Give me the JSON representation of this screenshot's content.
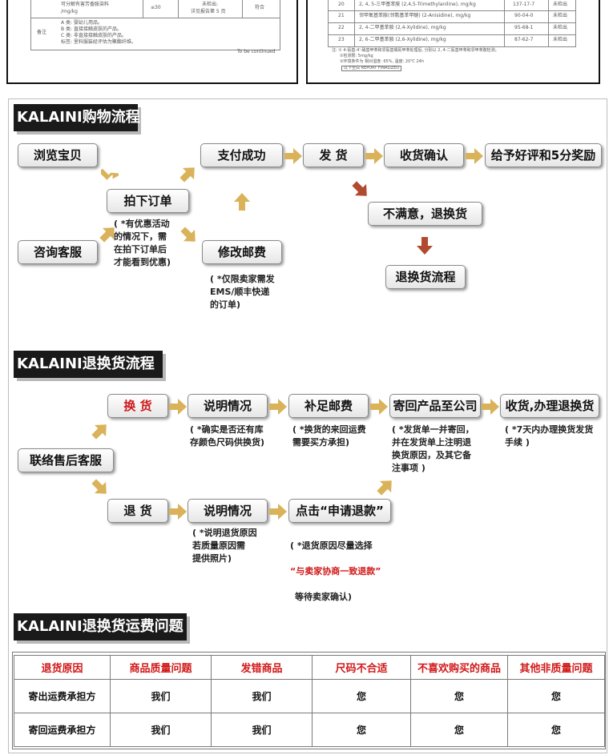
{
  "report": {
    "left": {
      "row_text_1": "可分解有害芳香胺染料",
      "row_text_2": "/mg/kg",
      "row_limit": "≤30",
      "row_result_1": "未检出:",
      "row_result_2": "详见报告第 5 页",
      "row_verdict": "符合",
      "remark_label": "备注",
      "remark_a": "A 类: 婴幼儿用品。",
      "remark_b": "B 类: 直接接触皮肤的产品。",
      "remark_c": "C 类: 非直接接触皮肤的产品。",
      "remark_d": "标签: 里料服装经评估为聚酯纤维。",
      "continued": "To be continued"
    },
    "right": {
      "rows": [
        {
          "no": "20",
          "name": "2, 4, 5-三甲基苯胺 (2,4,5-Trimethylaniline), mg/kg",
          "cas": "137-17-7",
          "result": "未检出"
        },
        {
          "no": "21",
          "name": "邻甲氧基苯胺(邻氨基苯甲醚) (2-Anisidine), mg/kg",
          "cas": "90-04-0",
          "result": "未检出"
        },
        {
          "no": "22",
          "name": "2, 4-二甲基苯胺 (2,4-Xylidine), mg/kg",
          "cas": "95-68-1",
          "result": "未检出"
        },
        {
          "no": "23",
          "name": "2, 6-二甲基苯胺 (2,6-Xylidine), mg/kg",
          "cas": "87-62-7",
          "result": "未检出"
        }
      ],
      "note_1": "注: ① 4-氨基-4'-硝基甲苯和邻氨基偶氮甲苯处理后, 分别以 2, 4-二氨基甲苯和邻甲苯胺检测。",
      "note_2": "②检测限: 5mg/kg",
      "note_3": "③环境条件为 相对湿度: 65%, 温度: 20℃ 24h",
      "footer": "以下空白    REPORT FINALIZED"
    }
  },
  "section1": {
    "title": "KALAINI购物流程",
    "browse": "浏览宝贝",
    "order": "拍下订单",
    "consult": "咨询客服",
    "paid": "支付成功",
    "ship": "发 货",
    "confirm": "收货确认",
    "review": "给予好评和5分奖励",
    "unhappy": "不满意，退换货",
    "flow": "退换货流程",
    "postage": "修改邮费",
    "order_note": "( *有优惠活动\n的情况下，需\n在拍下订单后\n才能看到优惠)",
    "postage_note": "( *仅限卖家需发\nEMS/顺丰快递\n的订单)"
  },
  "section2": {
    "title": "KALAINI退换货流程",
    "contact": "联络售后客服",
    "exchange": "换 货",
    "explain1": "说明情况",
    "postage": "补足邮费",
    "send_back": "寄回产品至公司",
    "receive": "收货,办理退换货",
    "refund": "退 货",
    "explain2": "说明情况",
    "apply": "点击“申请退款”",
    "explain1_note": "( *确实是否还有库\n存颜色尺码供换货)",
    "postage_note": "( *换货的来回运费\n需要买方承担)",
    "send_back_note": "( *发货单一并寄回，\n并在发货单上注明退\n换货原因，及其它备\n注事项 )",
    "receive_note": "( *7天内办理换货发货\n手续 )",
    "explain2_note": "( *说明退货原因\n若质量原因需\n提供照片)",
    "apply_note_1": "( *退货原因尽量选择",
    "apply_note_hl": "“与卖家协商一致退款”",
    "apply_note_2": "等待卖家确认)"
  },
  "section3": {
    "title": "KALAINI退换货运费问题",
    "headers": [
      "退货原因",
      "商品质量问题",
      "发错商品",
      "尺码不合适",
      "不喜欢购买的商品",
      "其他非质量问题"
    ],
    "rows": [
      [
        "寄出运费承担方",
        "我们",
        "我们",
        "您",
        "您",
        "您"
      ],
      [
        "寄回运费承担方",
        "我们",
        "我们",
        "您",
        "您",
        "您"
      ]
    ]
  },
  "colors": {
    "accent_arrow": "#d9b25a",
    "red_arrow": "#b24a30",
    "highlight_red": "#d01818",
    "title_bg": "#1a1a1a"
  }
}
